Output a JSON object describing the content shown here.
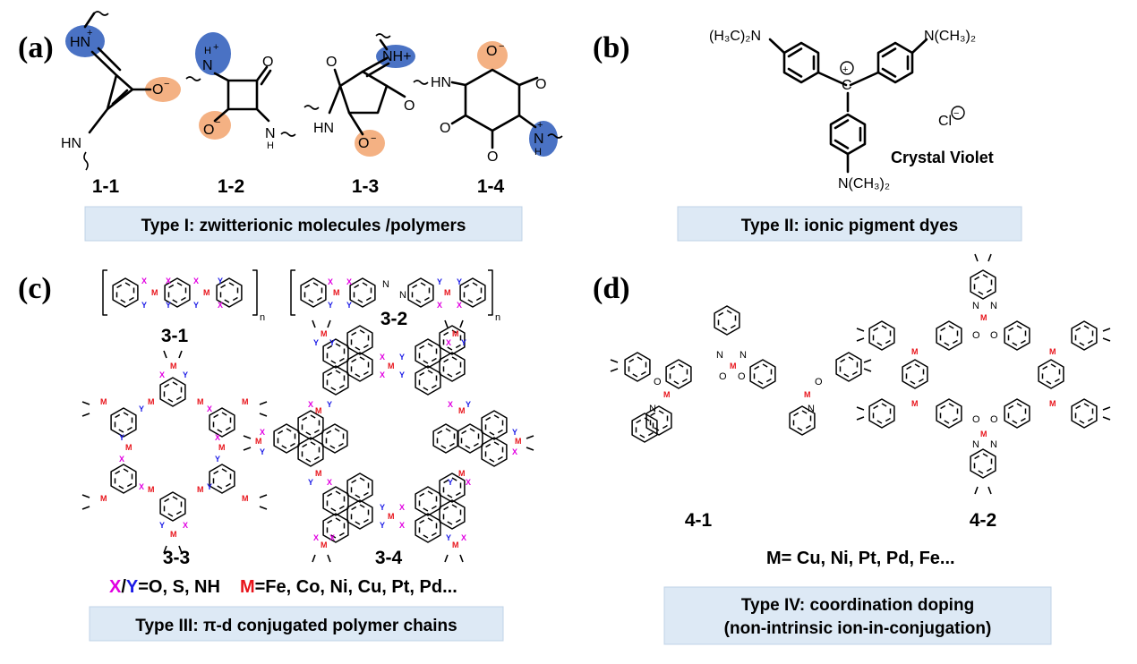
{
  "panels": {
    "a": {
      "label": "(a)",
      "compounds": [
        "1-1",
        "1-2",
        "1-3",
        "1-4"
      ],
      "type_label": "Type I:  zwitterionic molecules /polymers"
    },
    "b": {
      "label": "(b)",
      "dye_name": "Crystal Violet",
      "counter_ion": "Cl",
      "group_left": "(H₃C)₂N",
      "group_right": "N(CH₃)₂",
      "group_bottom": "N(CH₃)₂",
      "type_label": "Type II:  ionic pigment dyes"
    },
    "c": {
      "label": "(c)",
      "compounds": [
        "3-1",
        "3-2",
        "3-3",
        "3-4"
      ],
      "legend_x": "X",
      "legend_slash": "/",
      "legend_y": "Y",
      "legend_xy_values": "=O, S, NH",
      "legend_m": "M",
      "legend_m_values": "=Fe, Co, Ni, Cu, Pt, Pd...",
      "type_label": "Type III:  π-d conjugated polymer chains"
    },
    "d": {
      "label": "(d)",
      "compounds": [
        "4-1",
        "4-2"
      ],
      "metals": "M= Cu, Ni,  Pt, Pd, Fe...",
      "type_label_line1": "Type IV:   coordination doping",
      "type_label_line2": "(non-intrinsic ion-in-conjugation)"
    }
  },
  "colors": {
    "blue_highlight": "#4a72c4",
    "orange_highlight": "#f4b183",
    "metal_red": "#e8141b",
    "x_magenta": "#e100e1",
    "y_blue": "#1a1ae6",
    "type_box_fill": "#dde9f5"
  }
}
